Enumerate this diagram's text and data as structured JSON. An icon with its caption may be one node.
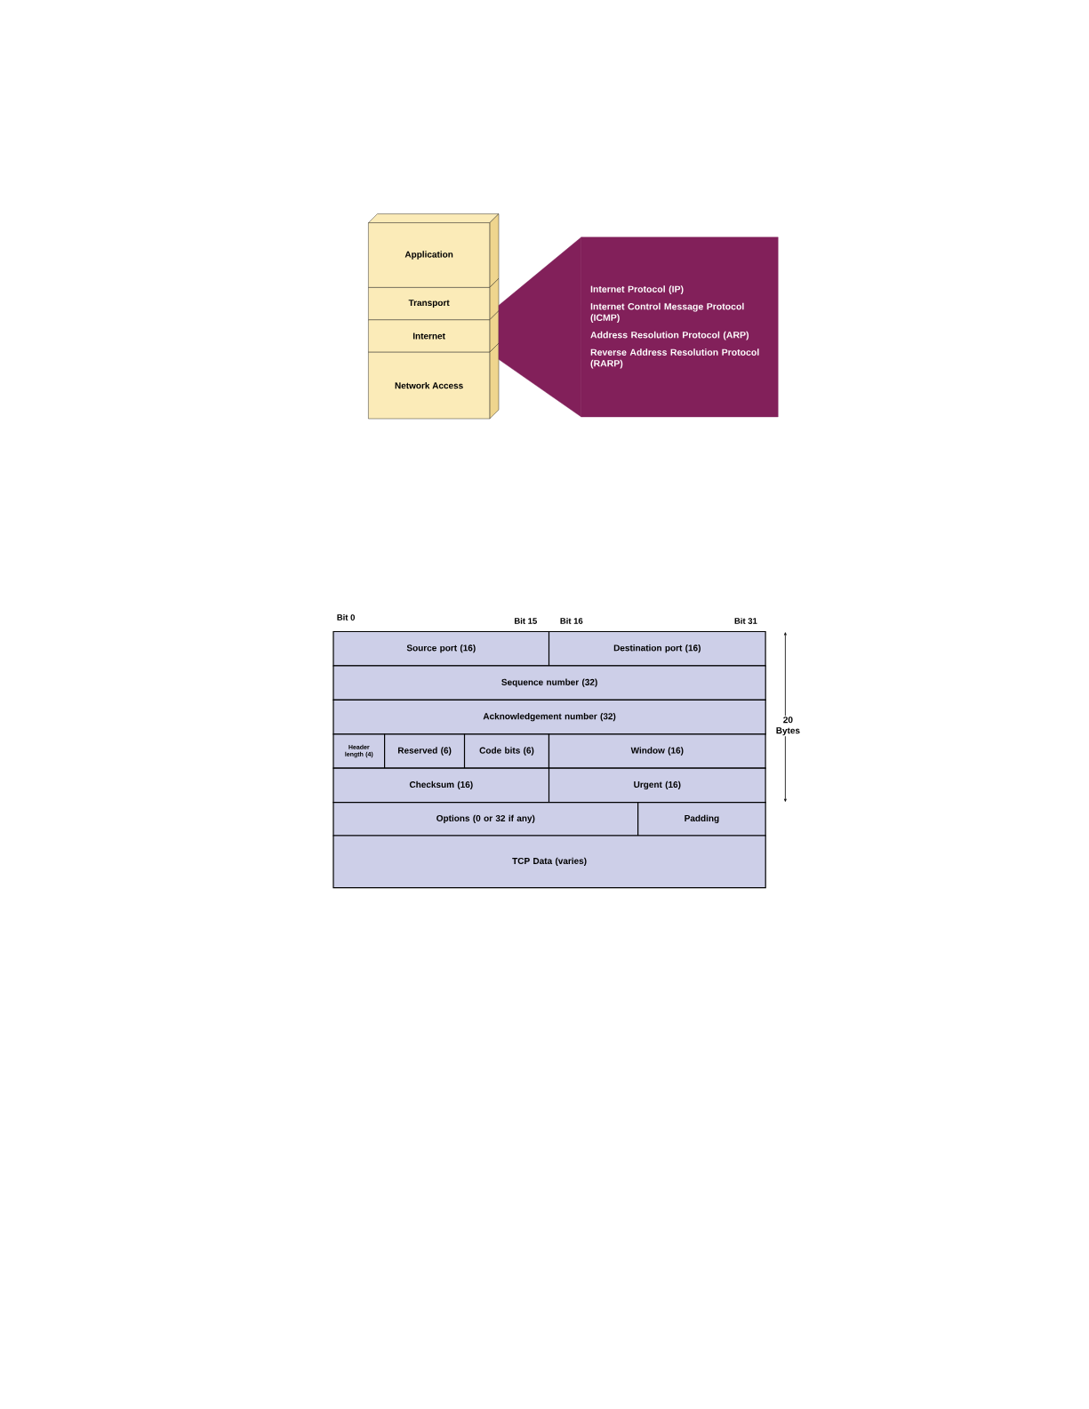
{
  "diagram": {
    "nodes": [
      {
        "text": [
          "Application"
        ]
      },
      {
        "text": [
          "Transport"
        ]
      },
      {
        "text": [
          "Internet"
        ]
      },
      {
        "text": [
          "Network Access"
        ]
      },
      {
        "text": [
          "Internet Protocol (IP)",
          "Internet Control Message Protocol (ICMP)",
          "Address Resolution Protocol (ARP)",
          "Reverse Address Resolution Protocol (RARP)"
        ]
      }
    ],
    "edges": [
      {
        "from": 2,
        "to": 4,
        "arrow": "none"
      }
    ],
    "labels": [
      "Bit 0",
      "Bit 15",
      "Bit 16",
      "Bit 31",
      "Source port (16)",
      "Destination port (16)",
      "Sequence number (32)",
      "Acknowledgement number (32)",
      "20 Bytes",
      "Header length (4)",
      "Reserved (6)",
      "Code bits (6)",
      "Window (16)",
      "Checksum (16)",
      "Urgent (16)",
      "Options (0 or 32 if any)",
      "Padding",
      "TCP Data (varies)"
    ]
  }
}
